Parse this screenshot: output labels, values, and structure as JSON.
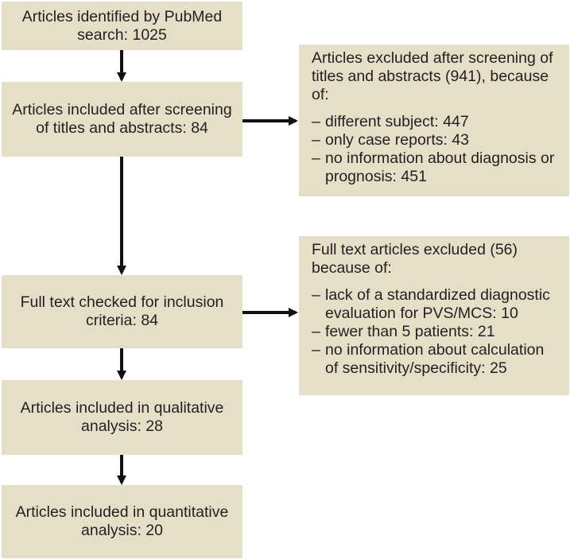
{
  "flow": {
    "step1": [
      "Articles identified by PubMed",
      "search: 1025"
    ],
    "step2": [
      "Articles included after screening",
      "of titles and abstracts: 84"
    ],
    "step3": [
      "Full text checked for inclusion",
      "criteria: 84"
    ],
    "step4": [
      "Articles included in qualitative",
      "analysis: 28"
    ],
    "step5": [
      "Articles included in quantitative",
      "analysis: 20"
    ]
  },
  "exclusion1": {
    "intro": [
      "Articles excluded after screening of",
      "titles and abstracts (941), because",
      "of:"
    ],
    "dash": "–",
    "items": [
      [
        "different subject: 447"
      ],
      [
        "only case reports: 43"
      ],
      [
        "no information about diagnosis or",
        "prognosis: 451"
      ]
    ]
  },
  "exclusion2": {
    "intro": [
      "Full text articles excluded (56)",
      "because of:"
    ],
    "dash": "–",
    "items": [
      [
        "lack of a standardized diagnostic",
        "evaluation for PVS/MCS: 10"
      ],
      [
        "fewer than 5 patients: 21"
      ],
      [
        "no information about calculation",
        "of sensitivity/specificity: 25"
      ]
    ]
  },
  "colors": {
    "box_fill": "#e5dfc8",
    "arrow": "#111111",
    "text": "#231f20"
  }
}
